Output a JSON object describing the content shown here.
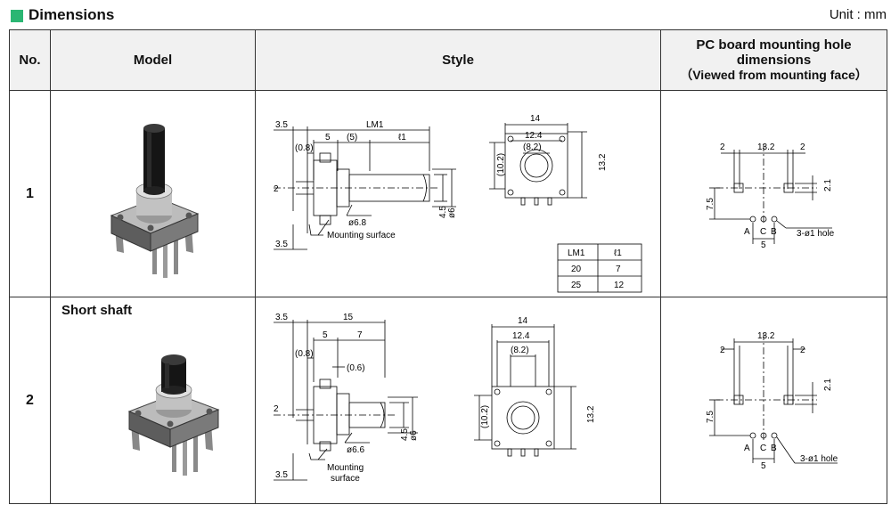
{
  "header": {
    "title": "Dimensions",
    "unit": "Unit : mm",
    "accent_color": "#2bb673"
  },
  "table": {
    "columns": {
      "no": "No.",
      "model": "Model",
      "style": "Style",
      "pcb_line1": "PC board mounting hole",
      "pcb_line2": "dimensions",
      "pcb_line3": "（Viewed from mounting face）"
    },
    "rows": [
      {
        "no": "1",
        "model_label": "",
        "style": {
          "dim_3_5_top": "3.5",
          "dim_lm1": "LM1",
          "dim_5": "5",
          "dim_5p": "(5)",
          "dim_l1": "ℓ1",
          "dim_0_8": "(0.8)",
          "dim_2": "2",
          "dim_dia": "ø6.8",
          "dim_4_5": "4.5",
          "dim_phi6": "ø6",
          "dim_3_5_bot": "3.5",
          "mount_label": "Mounting surface",
          "front_14": "14",
          "front_12_4": "12.4",
          "front_8_2": "(8.2)",
          "front_10_2": "(10.2)",
          "front_13_2": "13.2",
          "lm_table": {
            "headers": [
              "LM1",
              "ℓ1"
            ],
            "rows": [
              [
                "20",
                "7"
              ],
              [
                "25",
                "12"
              ]
            ]
          }
        },
        "pcb": {
          "dim_13_2": "13.2",
          "dim_2_left": "2",
          "dim_2_right": "2",
          "dim_2_1": "2.1",
          "dim_7_5": "7.5",
          "pin_a": "A",
          "pin_c": "C",
          "pin_b": "B",
          "dim_5": "5",
          "hole_label": "3-ø1 hole"
        }
      },
      {
        "no": "2",
        "model_label": "Short shaft",
        "style": {
          "dim_3_5_top": "3.5",
          "dim_15": "15",
          "dim_5": "5",
          "dim_7": "7",
          "dim_0_8": "(0.8)",
          "dim_0_6": "(0.6)",
          "dim_2": "2",
          "dim_dia": "ø6.6",
          "dim_4_5": "4.5",
          "dim_phi6": "ø6",
          "dim_3_5_bot": "3.5",
          "mount_label_1": "Mounting",
          "mount_label_2": "surface",
          "front_14": "14",
          "front_12_4": "12.4",
          "front_8_2": "(8.2)",
          "front_10_2": "(10.2)",
          "front_13_2": "13.2"
        },
        "pcb": {
          "dim_13_2": "13.2",
          "dim_2_left": "2",
          "dim_2_right": "2",
          "dim_2_1": "2.1",
          "dim_7_5": "7.5",
          "pin_a": "A",
          "pin_c": "C",
          "pin_b": "B",
          "dim_5": "5",
          "hole_label": "3-ø1 hole"
        }
      }
    ]
  }
}
